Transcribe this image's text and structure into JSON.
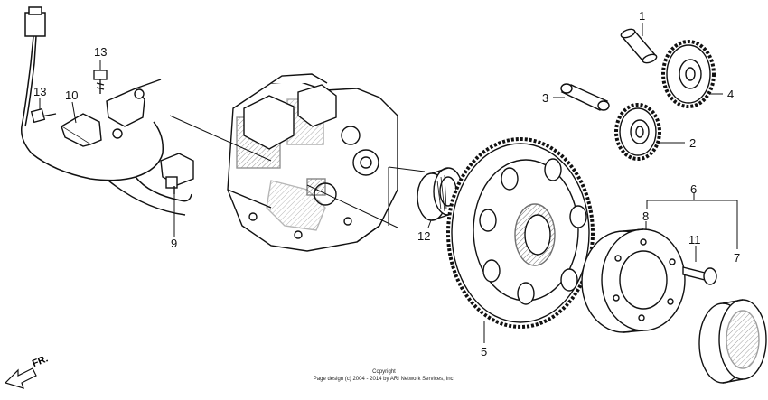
{
  "callouts": {
    "c1": "1",
    "c2": "2",
    "c3": "3",
    "c4": "4",
    "c5": "5",
    "c6": "6",
    "c7": "7",
    "c8": "8",
    "c9": "9",
    "c10": "10",
    "c11": "11",
    "c12": "12",
    "c13a": "13",
    "c13b": "13"
  },
  "direction_label": "FR.",
  "footer": {
    "line1": "Copyright",
    "line2": "Page design (c) 2004 - 2014 by ARI Network Services, Inc."
  },
  "colors": {
    "ink": "#111111",
    "paper": "#ffffff"
  }
}
